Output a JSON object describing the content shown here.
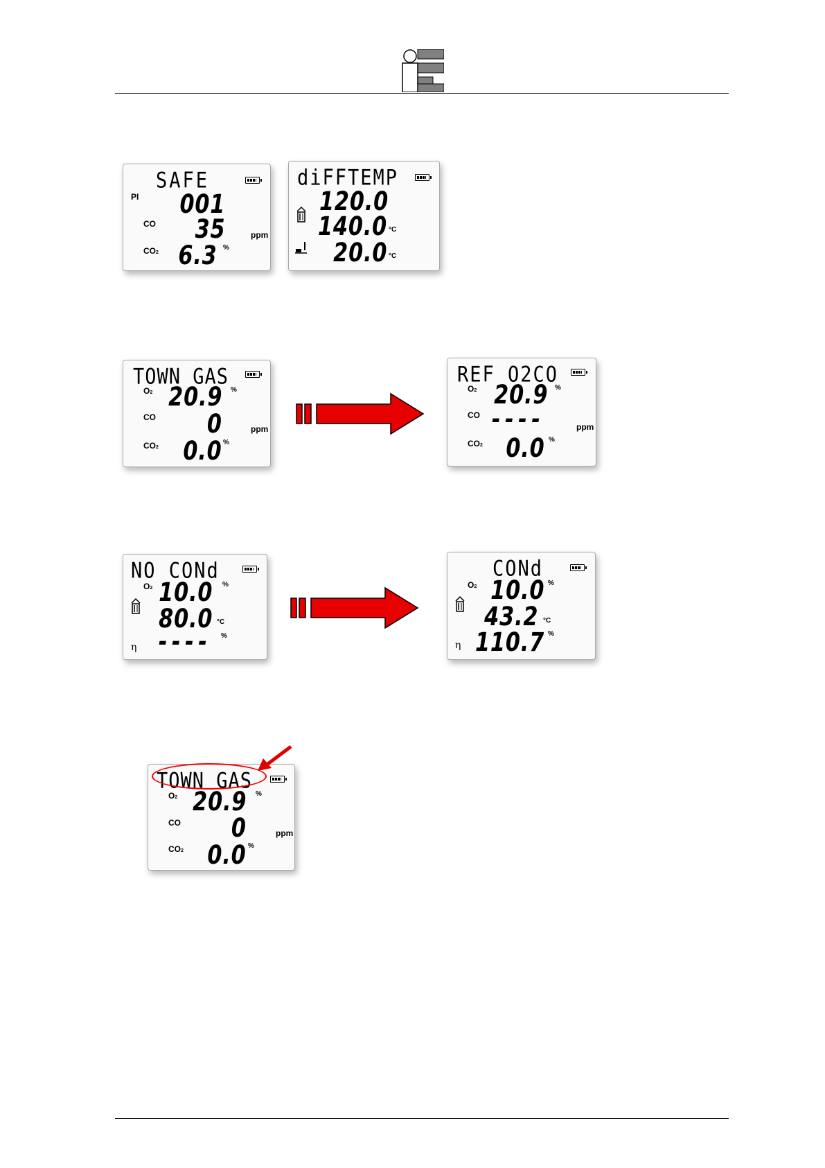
{
  "header": {
    "logo_letters": "iF"
  },
  "screens": {
    "safe": {
      "title": "SAFE",
      "pi_label": "PI",
      "pi_value": "001",
      "co_label": "CO",
      "co_value": "35",
      "co_unit": "ppm",
      "co2_label": "CO",
      "co2_sub": "2",
      "co2_value": "6.3",
      "co2_unit": "%"
    },
    "difftemp": {
      "title": "diFFTEMP",
      "row1_value": "120.0",
      "row2_value": "140.0",
      "row2_unit": "°C",
      "row3_value": "20.0",
      "row3_unit": "°C"
    },
    "town_gas_1": {
      "title": "TOWN GAS",
      "o2_label": "O",
      "o2_sub": "2",
      "o2_value": "20.9",
      "o2_unit": "%",
      "co_label": "CO",
      "co_value": "0",
      "co_unit": "ppm",
      "co2_label": "CO",
      "co2_sub": "2",
      "co2_value": "0.0",
      "co2_unit": "%"
    },
    "ref_o2co": {
      "title": "REF O2CO",
      "o2_label": "O",
      "o2_sub": "2",
      "o2_value": "20.9",
      "o2_unit": "%",
      "co_label": "CO",
      "co_value": "----",
      "co_unit": "ppm",
      "co2_label": "CO",
      "co2_sub": "2",
      "co2_value": "0.0",
      "co2_unit": "%"
    },
    "no_cond": {
      "title": "NO CONd",
      "o2_label": "O",
      "o2_sub": "2",
      "o2_value": "10.0",
      "o2_unit": "%",
      "temp_value": "80.0",
      "temp_unit": "°C",
      "eta_label": "η",
      "eta_value": "----",
      "eta_unit": "%"
    },
    "cond": {
      "title": "CONd",
      "o2_label": "O",
      "o2_sub": "2",
      "o2_value": "10.0",
      "o2_unit": "%",
      "temp_value": "43.2",
      "temp_unit": "°C",
      "eta_label": "η",
      "eta_value": "110.7",
      "eta_unit": "%"
    },
    "town_gas_2": {
      "title": "TOWN GAS",
      "o2_label": "O",
      "o2_sub": "2",
      "o2_value": "20.9",
      "o2_unit": "%",
      "co_label": "CO",
      "co_value": "0",
      "co_unit": "ppm",
      "co2_label": "CO",
      "co2_sub": "2",
      "co2_value": "0.0",
      "co2_unit": "%"
    }
  },
  "colors": {
    "arrow": "#e60000",
    "highlight": "#e00000",
    "logo_gray": "#808080"
  },
  "icons": [
    "battery-icon",
    "chimney-icon",
    "ambient-temp-icon",
    "red-arrow-icon"
  ]
}
